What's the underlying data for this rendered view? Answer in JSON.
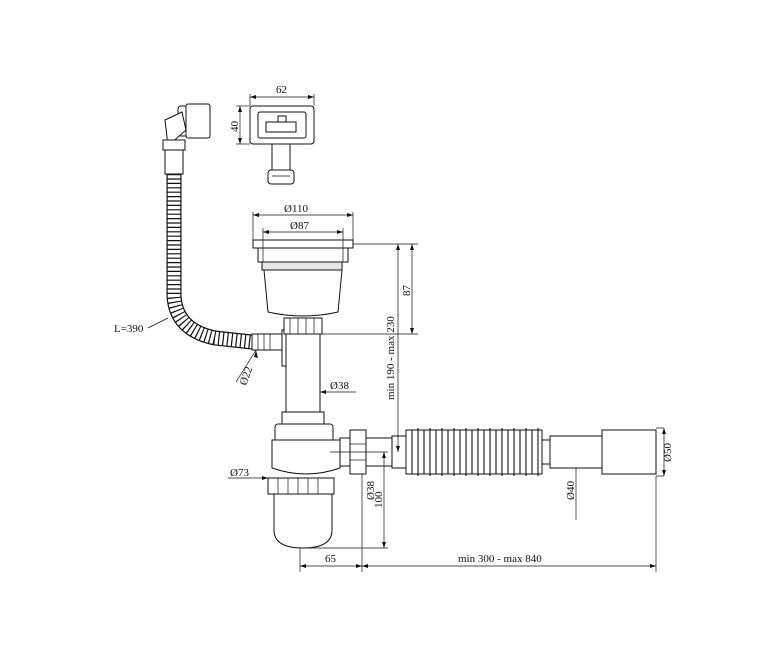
{
  "labels": {
    "overflow_width": "62",
    "overflow_height": "40",
    "outlet_outer_diameter": "Ø110",
    "outlet_inner_diameter": "Ø87",
    "outlet_height": "87",
    "height_range": "min 190 - max 230",
    "hose_length": "L=390",
    "overflow_pipe_diameter": "Ø22",
    "pipe_diameter": "Ø38",
    "trap_diameter": "Ø73",
    "trap_pipe_diameter": "Ø38",
    "trap_height": "100",
    "drain_diameter": "Ø40",
    "drain_end_diameter": "Ø50",
    "offset": "65",
    "length_range": "min 300 - max 840"
  }
}
